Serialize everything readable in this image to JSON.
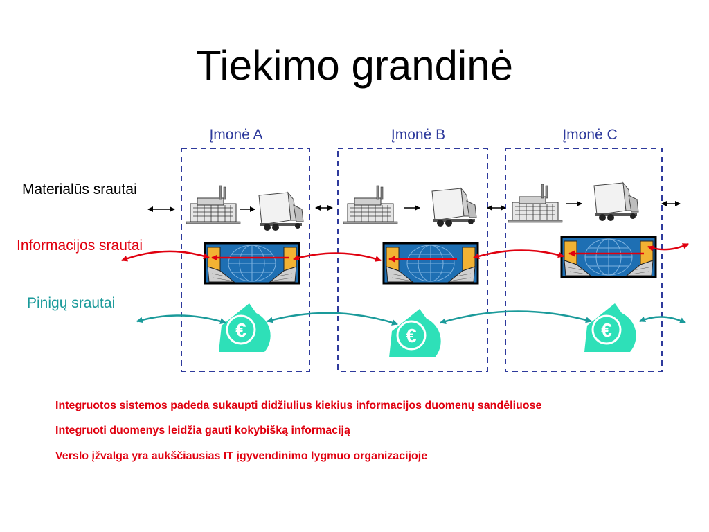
{
  "slide": {
    "title": "Tiekimo grandinė"
  },
  "companies": [
    "Įmonė A",
    "Įmonė B",
    "Įmonė C"
  ],
  "rows": {
    "material": "Materialūs srautai",
    "information": "Informacijos srautai",
    "money": "Pinigų srautai"
  },
  "euro_symbol": "€",
  "bullets": [
    "Integruotos sistemos padeda sukaupti didžiulius kiekius informacijos duomenų sandėliuose",
    "Integruoti duomenys leidžia gauti kokybišką informaciją",
    "Verslo įžvalga yra aukščiausias IT įgyvendinimo lygmuo organizacijoje"
  ],
  "colors": {
    "company_label": "#2e3a9c",
    "box_border": "#2e3a9c",
    "info_row": "#e0000f",
    "money_row": "#1a9a9a",
    "money_arrow": "#1a9a9a",
    "info_arrow": "#e0000f",
    "euro_badge": "#2ee0b8",
    "bullets": "#e0000f"
  }
}
